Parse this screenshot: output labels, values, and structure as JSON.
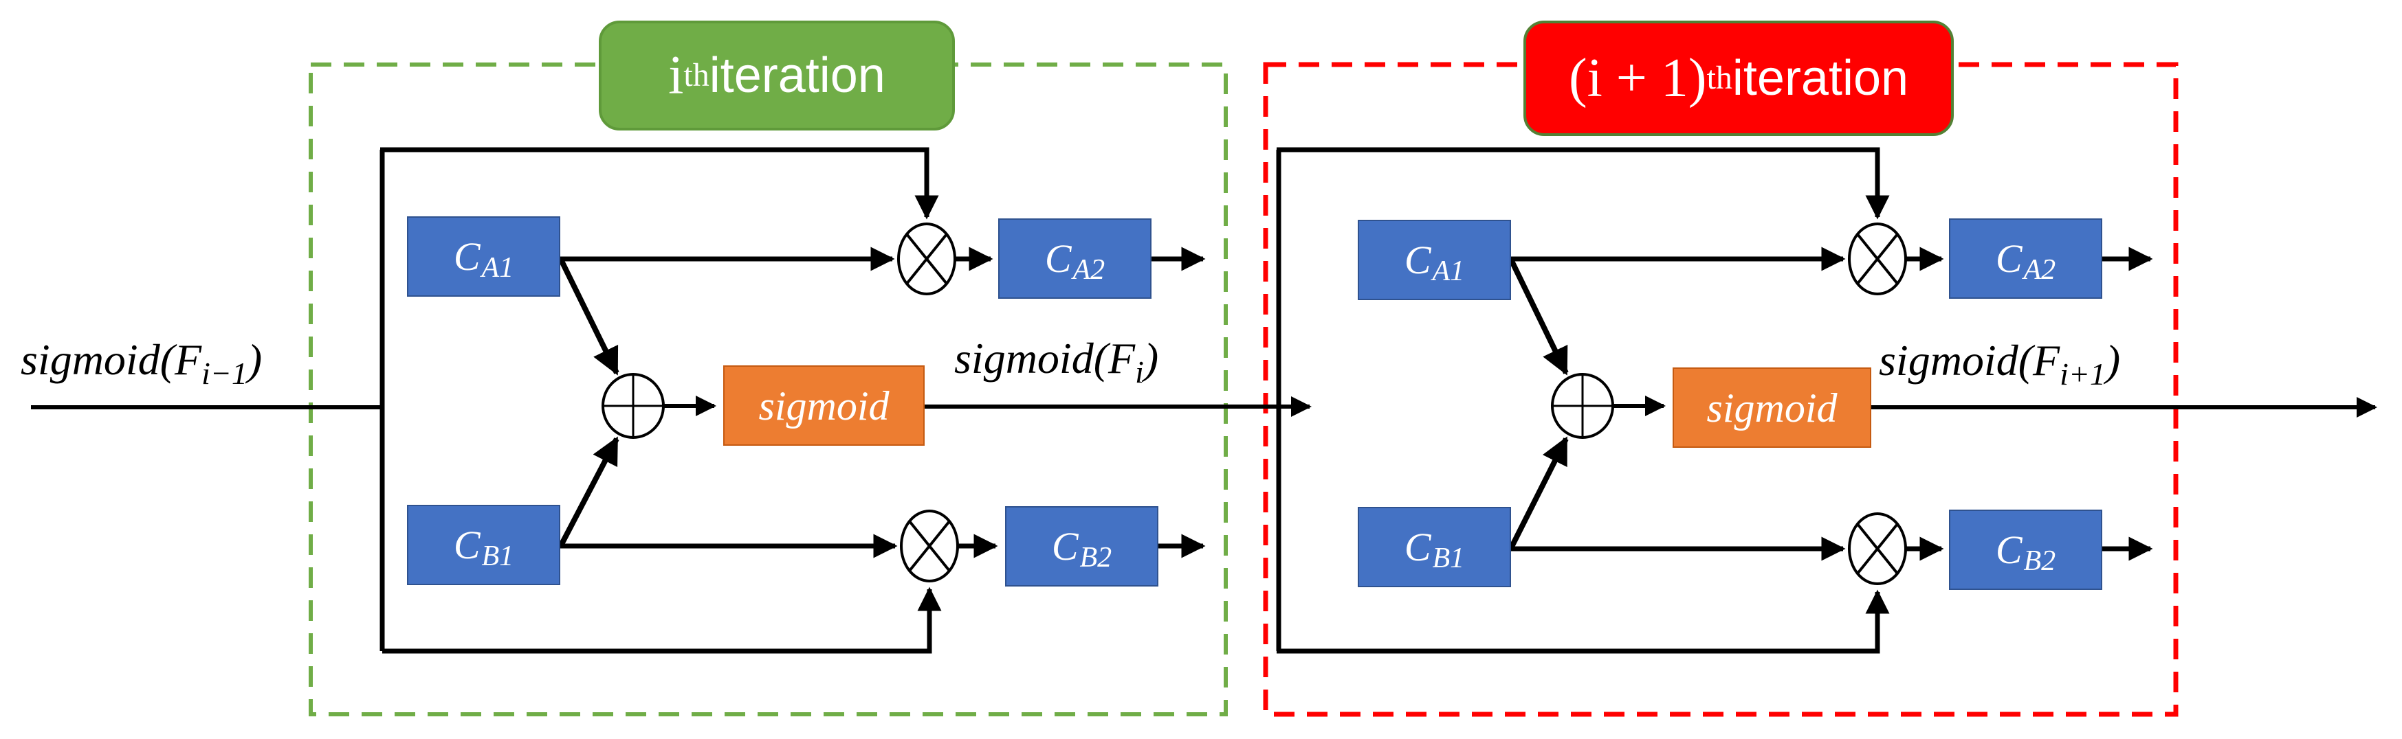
{
  "figure": {
    "description": "Two-iteration recurrent channel-attention diagram",
    "input_label": {
      "pre": "sigmoid(F",
      "sub": "i−1",
      "post": ")"
    },
    "icons": {
      "multiply_icon": "⊗",
      "add_icon": "⊕"
    },
    "colors": {
      "iteration1_accent": "#70AD47",
      "iteration2_accent": "#FF0000",
      "block_fill": "#4472C4",
      "block_border": "#2F528F",
      "activation_fill": "#ED7D31",
      "wire": "#000000",
      "title_text": "#ffffff"
    },
    "iterations": [
      {
        "title": {
          "base": "i",
          "sup": "th",
          "rest": " iteration"
        },
        "output_label": {
          "pre": "sigmoid(F",
          "sub": "i",
          "post": ")"
        },
        "boxes": {
          "ca1": {
            "main": "C",
            "sub": "A1"
          },
          "ca2": {
            "main": "C",
            "sub": "A2"
          },
          "cb1": {
            "main": "C",
            "sub": "B1"
          },
          "cb2": {
            "main": "C",
            "sub": "B2"
          },
          "activation": "sigmoid"
        }
      },
      {
        "title": {
          "base": "(i + 1)",
          "sup": "th",
          "rest": " iteration"
        },
        "output_label": {
          "pre": "sigmoid(F",
          "sub": "i+1",
          "post": ")"
        },
        "boxes": {
          "ca1": {
            "main": "C",
            "sub": "A1"
          },
          "ca2": {
            "main": "C",
            "sub": "A2"
          },
          "cb1": {
            "main": "C",
            "sub": "B1"
          },
          "cb2": {
            "main": "C",
            "sub": "B2"
          },
          "activation": "sigmoid"
        }
      }
    ]
  }
}
